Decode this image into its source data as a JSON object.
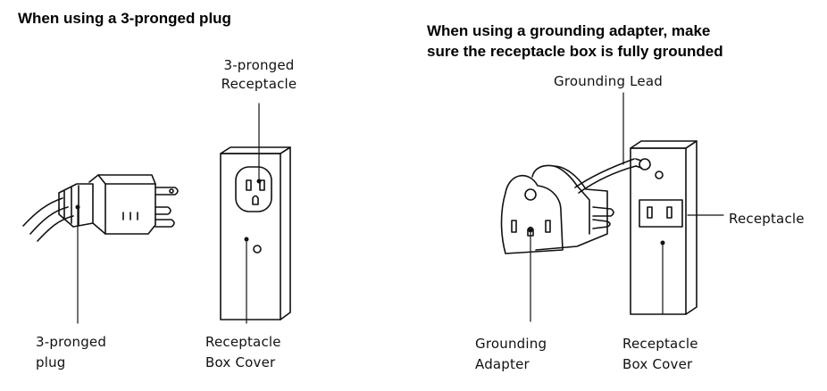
{
  "left": {
    "title": "When using a 3-pronged plug",
    "labels": {
      "receptacle_line1": "3-pronged",
      "receptacle_line2": "Receptacle",
      "plug_line1": "3-pronged",
      "plug_line2": "plug",
      "box_cover_line1": "Receptacle",
      "box_cover_line2": "Box Cover"
    }
  },
  "right": {
    "title_line1": "When using a grounding adapter, make",
    "title_line2": "sure the receptacle box is fully grounded",
    "labels": {
      "grounding_lead": "Grounding Lead",
      "receptacle": "Receptacle",
      "adapter_line1": "Grounding",
      "adapter_line2": "Adapter",
      "box_cover_line1": "Receptacle",
      "box_cover_line2": "Box Cover"
    }
  }
}
